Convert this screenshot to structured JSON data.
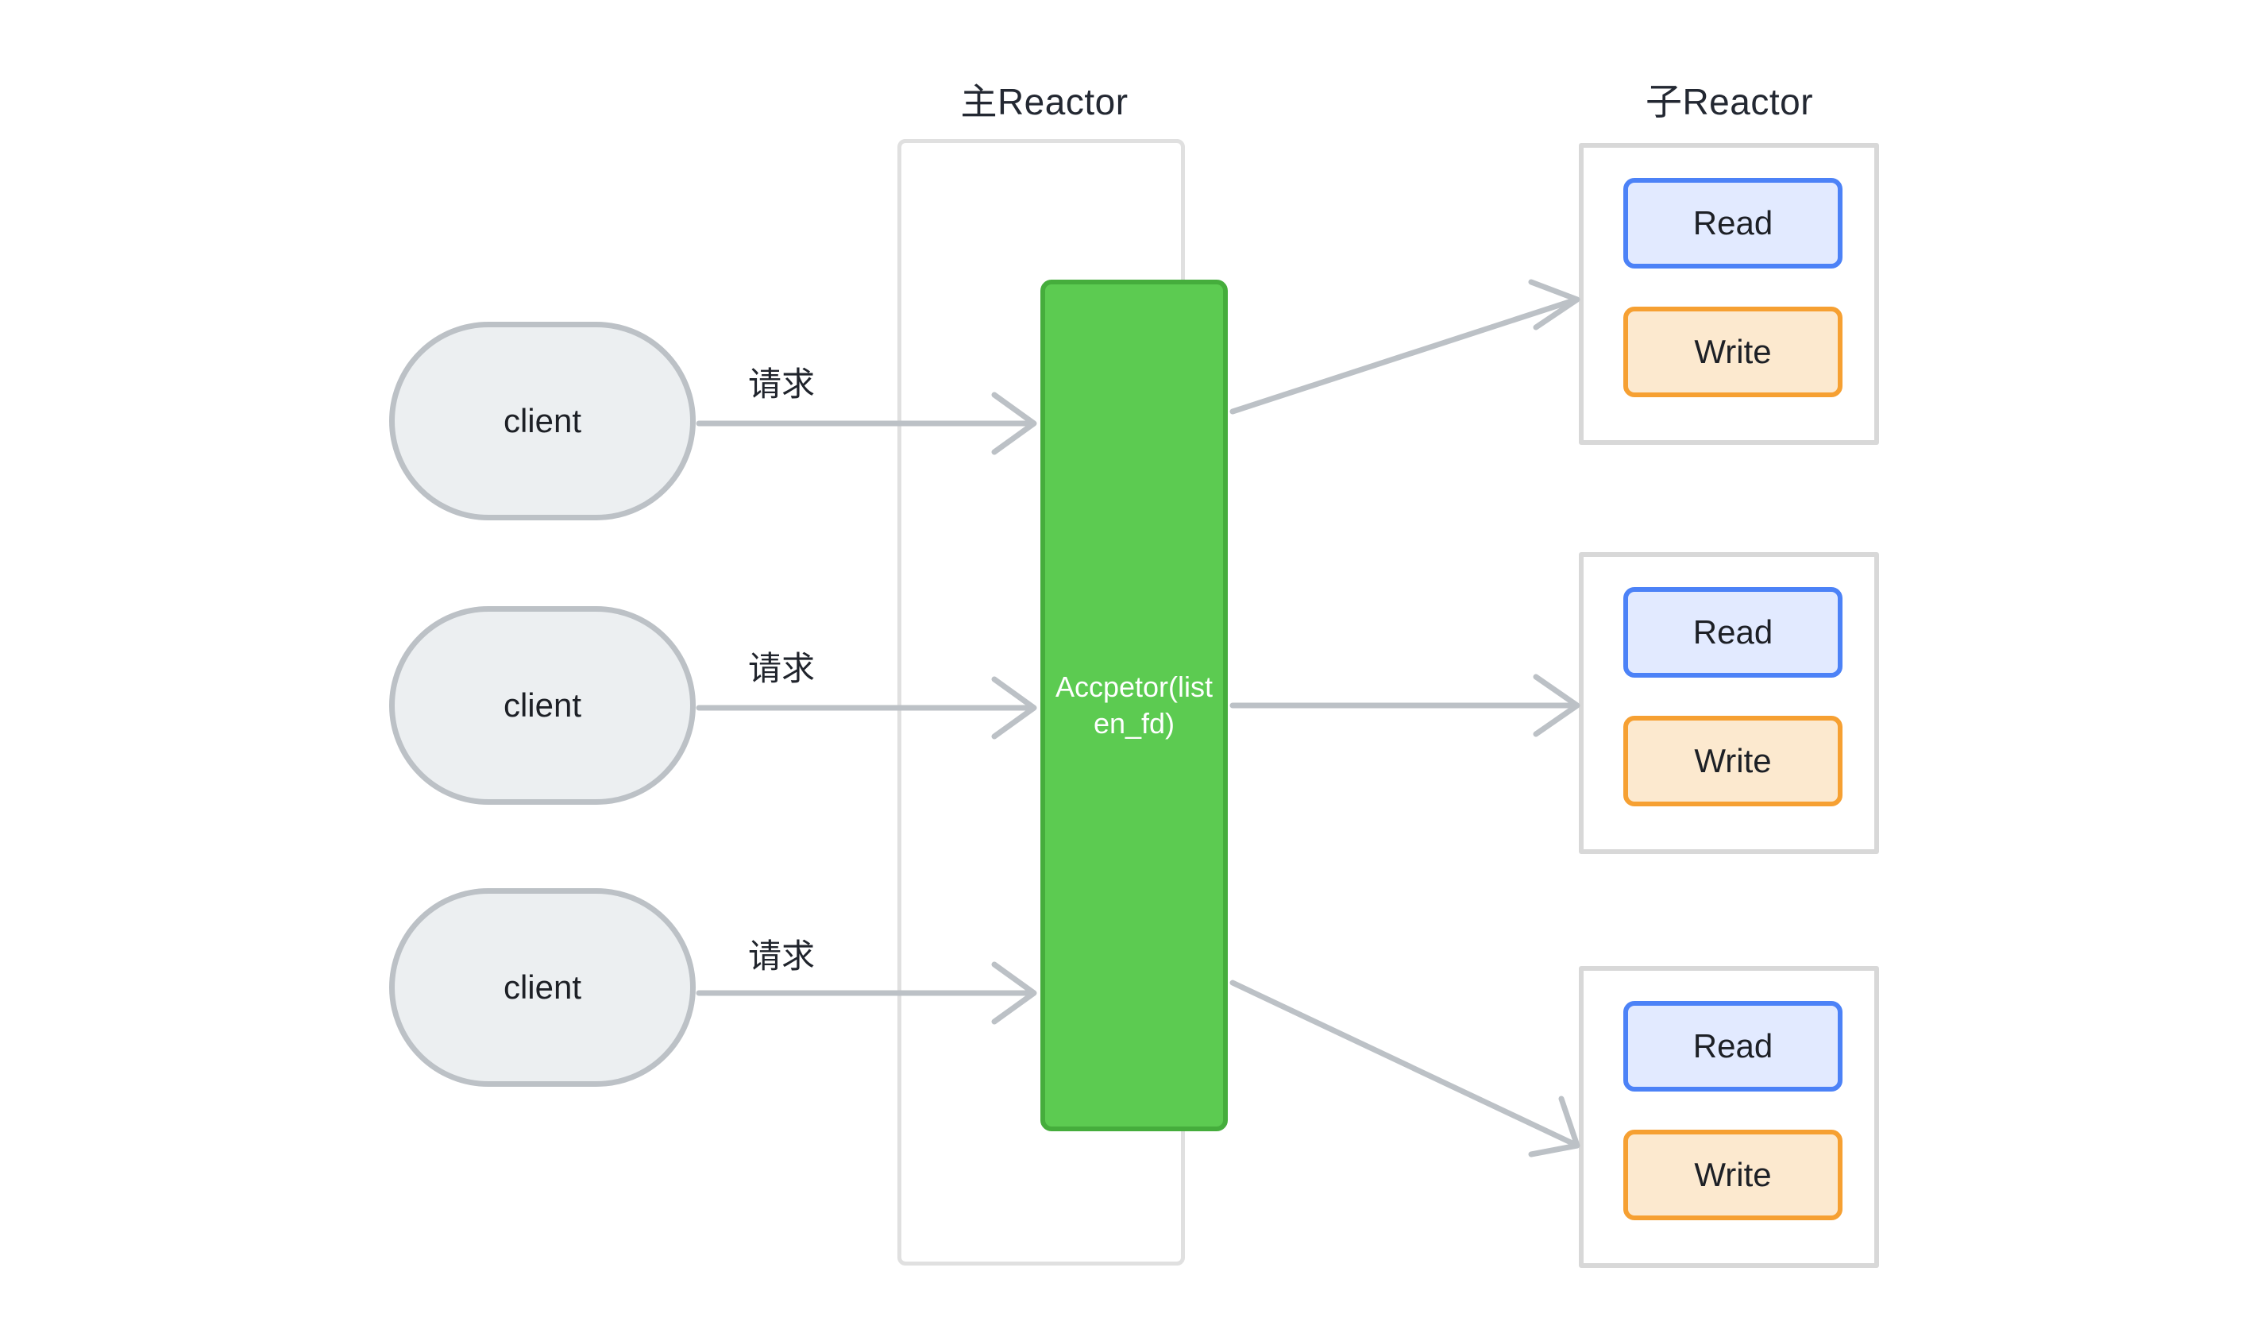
{
  "diagram": {
    "type": "flow-diagram",
    "title_main": "主Reactor",
    "title_sub": "子Reactor",
    "background_color": "#ffffff"
  },
  "clients": [
    {
      "label": "client",
      "request_label": "请求"
    },
    {
      "label": "client",
      "request_label": "请求"
    },
    {
      "label": "client",
      "request_label": "请求"
    }
  ],
  "main_reactor": {
    "acceptor": {
      "label": "Accpetor(listen_fd)",
      "fill_color": "#5ccb51",
      "border_color": "#45ad3c",
      "text_color": "#ffffff"
    }
  },
  "sub_reactors": [
    {
      "read": {
        "label": "Read",
        "fill_color": "#e2eaff",
        "border_color": "#4c82f7"
      },
      "write": {
        "label": "Write",
        "fill_color": "#fce9cf",
        "border_color": "#f6a032"
      }
    },
    {
      "read": {
        "label": "Read",
        "fill_color": "#e2eaff",
        "border_color": "#4c82f7"
      },
      "write": {
        "label": "Write",
        "fill_color": "#fce9cf",
        "border_color": "#f6a032"
      }
    },
    {
      "read": {
        "label": "Read",
        "fill_color": "#e2eaff",
        "border_color": "#4c82f7"
      },
      "write": {
        "label": "Write",
        "fill_color": "#fce9cf",
        "border_color": "#f6a032"
      }
    }
  ],
  "edges": {
    "line_color": "#bcc1c6",
    "client_to_acceptor_count": 3,
    "acceptor_to_subreactor_count": 3
  }
}
